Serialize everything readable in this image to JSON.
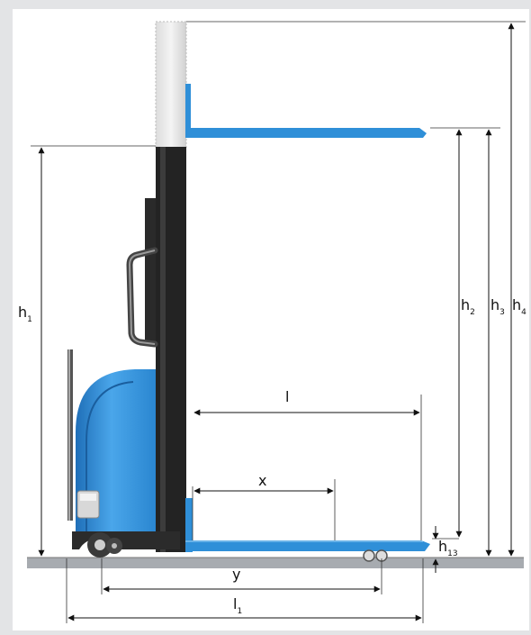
{
  "dimensions": {
    "h1": {
      "base": "h",
      "sub": "1"
    },
    "h2": {
      "base": "h",
      "sub": "2"
    },
    "h3": {
      "base": "h",
      "sub": "3"
    },
    "h4": {
      "base": "h",
      "sub": "4"
    },
    "h13": {
      "base": "h",
      "sub": "13"
    },
    "l": {
      "base": "l",
      "sub": ""
    },
    "l1": {
      "base": "l",
      "sub": "1"
    },
    "x": {
      "base": "x",
      "sub": ""
    },
    "y": {
      "base": "y",
      "sub": ""
    }
  },
  "colors": {
    "background": "#e3e4e6",
    "panel": "#ffffff",
    "machine_blue": "#2f8fd8",
    "mast_dark": "#222222",
    "floor": "#9a9ea3"
  }
}
